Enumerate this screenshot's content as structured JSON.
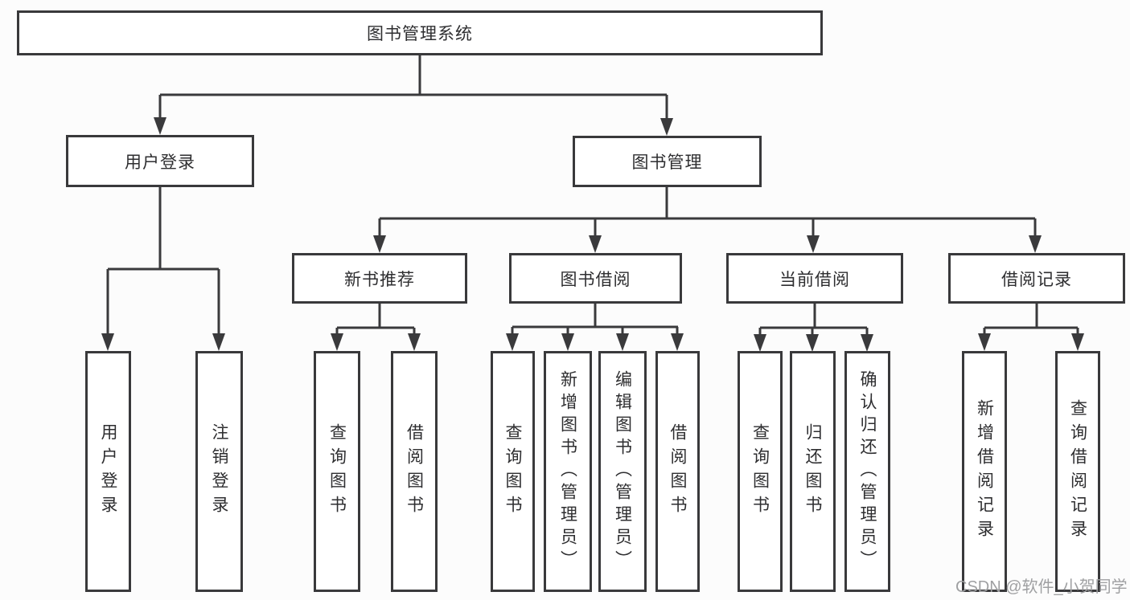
{
  "tree": {
    "root": "图书管理系统",
    "branches": [
      {
        "label": "用户登录",
        "leaves": [
          "用户登录",
          "注销登录"
        ]
      },
      {
        "label": "图书管理",
        "groups": [
          {
            "label": "新书推荐",
            "leaves": [
              "查询图书",
              "借阅图书"
            ]
          },
          {
            "label": "图书借阅",
            "leaves": [
              "查询图书",
              "新增图书（管理员）",
              "编辑图书（管理员）",
              "借阅图书"
            ]
          },
          {
            "label": "当前借阅",
            "leaves": [
              "查询图书",
              "归还图书",
              "确认归还（管理员）"
            ]
          },
          {
            "label": "借阅记录",
            "leaves": [
              "新增借阅记录",
              "查询借阅记录"
            ]
          }
        ]
      }
    ]
  },
  "watermark": {
    "text": "CSDN @软件_小贺同学"
  },
  "colors": {
    "line": "#3a3a3c",
    "box_border": "#39393b",
    "box_fill": "#ffffff",
    "text": "#2e2e30",
    "watermark": "#9fa0a2",
    "background": "#fcfcfc"
  }
}
